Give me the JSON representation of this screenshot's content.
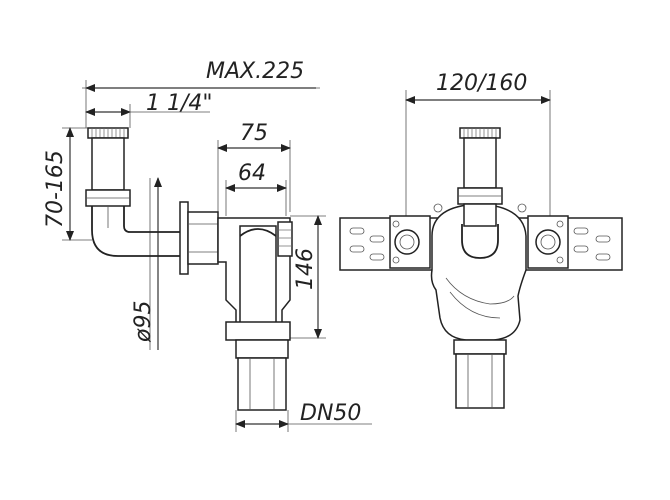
{
  "dimensions": {
    "max_width": "MAX.225",
    "thread_size": "1 1/4\"",
    "dim_75": "75",
    "dim_64": "64",
    "height_range": "70-165",
    "dim_146": "146",
    "diameter": "ø95",
    "outlet": "DN50",
    "bracket_spacing": "120/160"
  }
}
